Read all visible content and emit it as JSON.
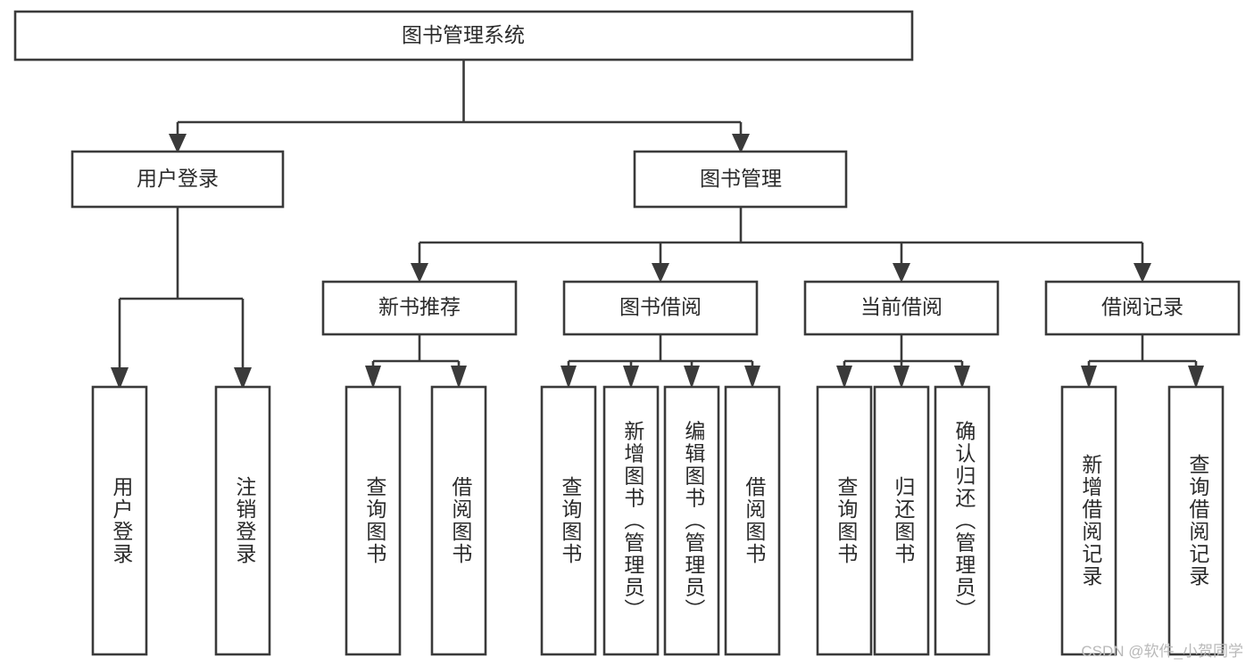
{
  "diagram": {
    "title": "图书管理系统",
    "type": "tree-hierarchy-chart",
    "orientation": "top-down",
    "colors": {
      "box_stroke": "#3a3a3a",
      "box_fill": "#ffffff",
      "text": "#2b2b2b",
      "background": "#ffffff",
      "watermark": "#b9b9b9"
    },
    "nodes": {
      "root": {
        "label": "图书管理系统",
        "level": 1
      },
      "l2": [
        {
          "id": "user-login",
          "label": "用户登录",
          "level": 2
        },
        {
          "id": "book-management",
          "label": "图书管理",
          "level": 2
        }
      ],
      "l3": [
        {
          "id": "new-book-recommend",
          "label": "新书推荐",
          "level": 3,
          "parent": "book-management"
        },
        {
          "id": "book-borrow",
          "label": "图书借阅",
          "level": 3,
          "parent": "book-management"
        },
        {
          "id": "current-borrow",
          "label": "当前借阅",
          "level": 3,
          "parent": "book-management"
        },
        {
          "id": "borrow-record",
          "label": "借阅记录",
          "level": 3,
          "parent": "book-management"
        }
      ],
      "leaves": [
        {
          "id": "leaf-user-login",
          "label": "用户登录",
          "parent": "user-login"
        },
        {
          "id": "leaf-logout",
          "label": "注销登录",
          "parent": "user-login"
        },
        {
          "id": "leaf-query-books-1",
          "label": "查询图书",
          "parent": "new-book-recommend"
        },
        {
          "id": "leaf-borrow-books-1",
          "label": "借阅图书",
          "parent": "new-book-recommend"
        },
        {
          "id": "leaf-query-books-2",
          "label": "查询图书",
          "parent": "book-borrow"
        },
        {
          "id": "leaf-add-book-admin",
          "label": "新增图书（管理员）",
          "parent": "book-borrow"
        },
        {
          "id": "leaf-edit-book-admin",
          "label": "编辑图书（管理员）",
          "parent": "book-borrow"
        },
        {
          "id": "leaf-borrow-books-2",
          "label": "借阅图书",
          "parent": "book-borrow"
        },
        {
          "id": "leaf-query-books-3",
          "label": "查询图书",
          "parent": "current-borrow"
        },
        {
          "id": "leaf-return-books",
          "label": "归还图书",
          "parent": "current-borrow"
        },
        {
          "id": "leaf-confirm-return-admin",
          "label": "确认归还（管理员）",
          "parent": "current-borrow"
        },
        {
          "id": "leaf-add-borrow-record",
          "label": "新增借阅记录",
          "parent": "borrow-record"
        },
        {
          "id": "leaf-query-borrow-record",
          "label": "查询借阅记录",
          "parent": "borrow-record"
        }
      ]
    }
  },
  "watermark": {
    "text": "CSDN @软件_小贺同学"
  }
}
